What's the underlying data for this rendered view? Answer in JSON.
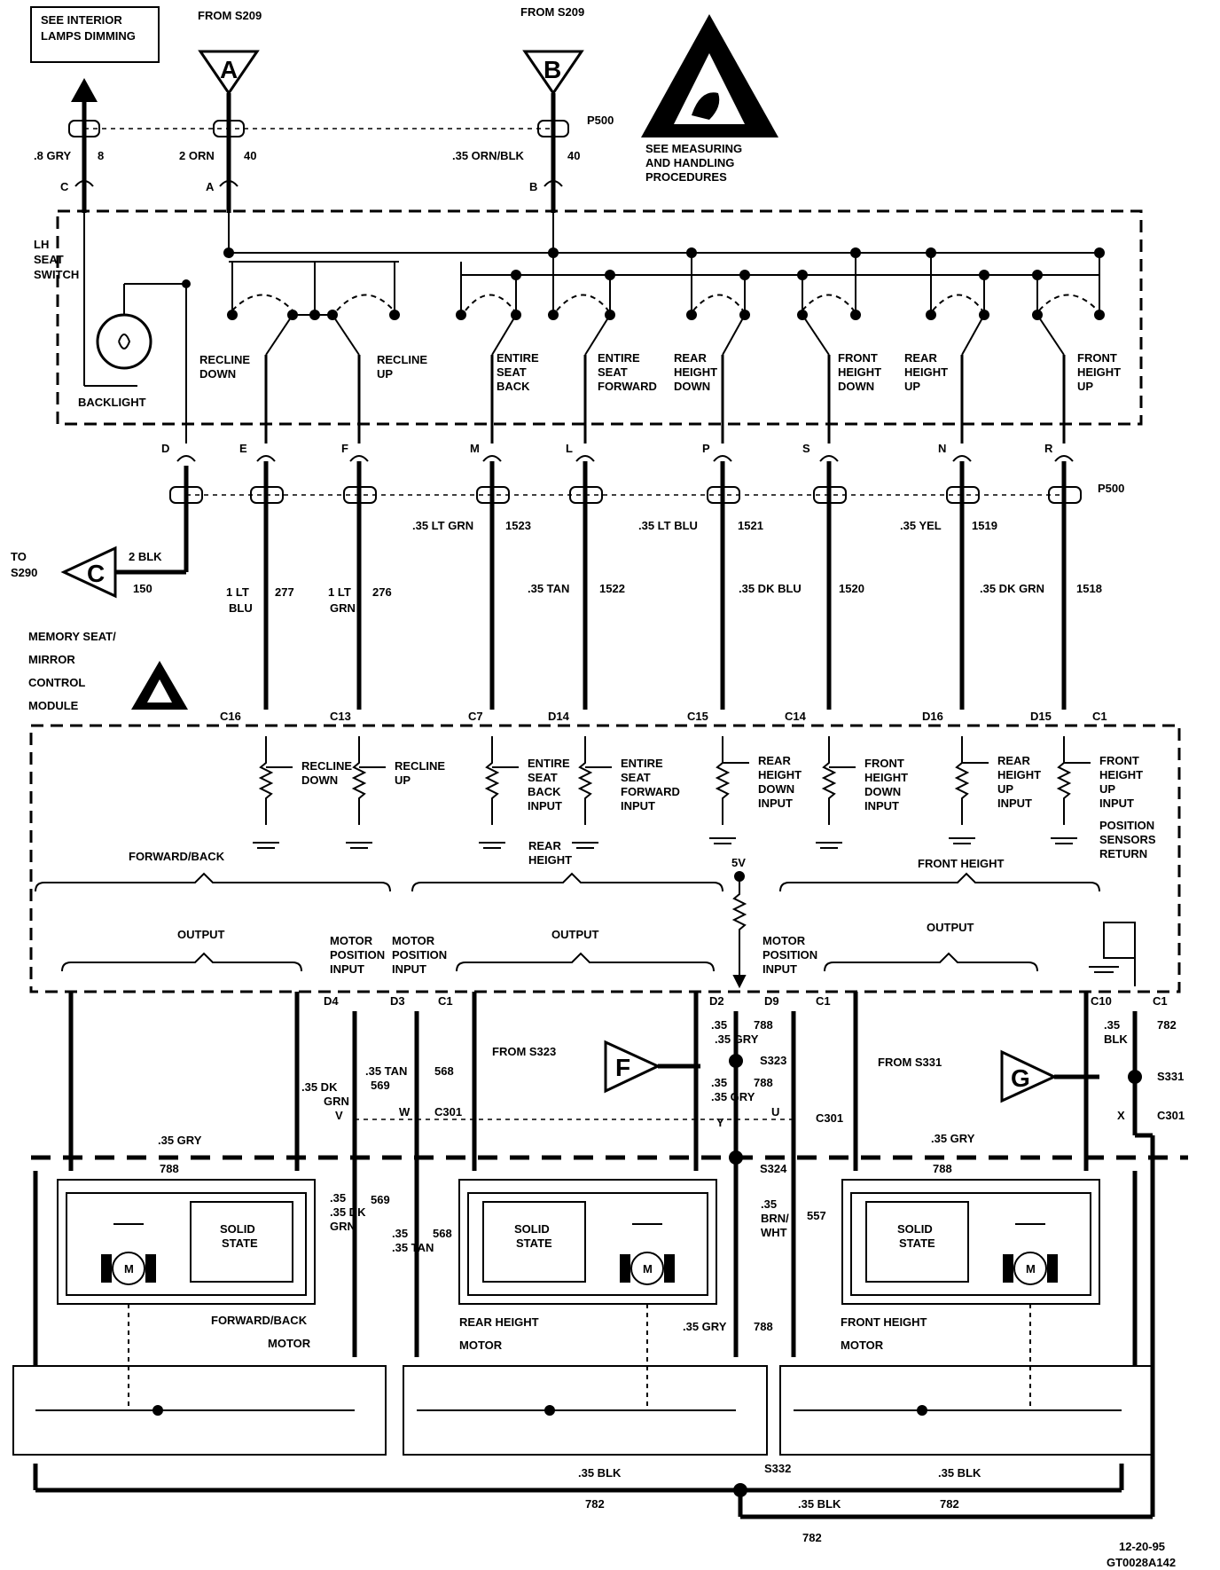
{
  "top": {
    "note_box": [
      "SEE INTERIOR",
      "LAMPS DIMMING"
    ],
    "from_left": "FROM S209",
    "from_right": "FROM S209",
    "conn_a": "A",
    "conn_b": "B",
    "p500_top": "P500",
    "esd_note": [
      "SEE MEASURING",
      "AND HANDLING",
      "PROCEDURES"
    ],
    "wire_gry": ".8 GRY",
    "wire_gry_num": "8",
    "wire_orn": "2 ORN",
    "wire_orn_num": "40",
    "wire_ornblk": ".35 ORN/BLK",
    "wire_ornblk_num": "40",
    "pin_c": "C",
    "pin_a": "A",
    "pin_b": "B"
  },
  "switch": {
    "title": [
      "LH",
      "SEAT",
      "SWITCH"
    ],
    "backlight": "BACKLIGHT",
    "labels": [
      [
        "RECLINE",
        "DOWN"
      ],
      [
        "RECLINE",
        "UP"
      ],
      [
        "ENTIRE",
        "SEAT",
        "BACK"
      ],
      [
        "ENTIRE",
        "SEAT",
        "FORWARD"
      ],
      [
        "REAR",
        "HEIGHT",
        "DOWN"
      ],
      [
        "FRONT",
        "HEIGHT",
        "DOWN"
      ],
      [
        "REAR",
        "HEIGHT",
        "UP"
      ],
      [
        "FRONT",
        "HEIGHT",
        "UP"
      ]
    ],
    "pins": [
      "D",
      "E",
      "F",
      "M",
      "L",
      "P",
      "S",
      "N",
      "R"
    ]
  },
  "mid": {
    "p500": "P500",
    "to": "TO",
    "to_ref": "S290",
    "conn_c": "C",
    "blk_wire": "2 BLK",
    "blk_num": "150",
    "wires": [
      {
        "label": "1 LT",
        "label2": "BLU",
        "num": "277"
      },
      {
        "label": "1 LT",
        "label2": "GRN",
        "num": "276"
      },
      {
        "label": ".35 LT GRN",
        "num": "1523"
      },
      {
        "label": ".35 TAN",
        "num": "1522"
      },
      {
        "label": ".35 LT BLU",
        "num": "1521"
      },
      {
        "label": ".35 DK BLU",
        "num": "1520"
      },
      {
        "label": ".35 YEL",
        "num": "1519"
      },
      {
        "label": ".35 DK GRN",
        "num": "1518"
      }
    ]
  },
  "module": {
    "title": [
      "MEMORY SEAT/",
      "MIRROR",
      "CONTROL",
      "MODULE"
    ],
    "pins": [
      "C16",
      "C13",
      "C7",
      "D14",
      "C15",
      "C14",
      "D16",
      "D15",
      "C1"
    ],
    "inputs": [
      [
        "RECLINE",
        "DOWN"
      ],
      [
        "RECLINE",
        "UP"
      ],
      [
        "ENTIRE",
        "SEAT",
        "BACK",
        "INPUT"
      ],
      [
        "ENTIRE",
        "SEAT",
        "FORWARD",
        "INPUT"
      ],
      [
        "REAR",
        "HEIGHT",
        "DOWN",
        "INPUT"
      ],
      [
        "FRONT",
        "HEIGHT",
        "DOWN",
        "INPUT"
      ],
      [
        "REAR",
        "HEIGHT",
        "UP",
        "INPUT"
      ],
      [
        "FRONT",
        "HEIGHT",
        "UP",
        "INPUT"
      ]
    ],
    "pos_return": [
      "POSITION",
      "SENSORS",
      "RETURN"
    ],
    "forward_back": "FORWARD/BACK",
    "rear_height": [
      "REAR",
      "HEIGHT"
    ],
    "front_height": "FRONT HEIGHT",
    "five_v": "5V",
    "output": "OUTPUT",
    "motor_pos_input": [
      "MOTOR",
      "POSITION",
      "INPUT"
    ],
    "lower_pins": [
      "D4",
      "D3",
      "C1",
      "D2",
      "D9",
      "C1",
      "C10",
      "C1"
    ]
  },
  "lower": {
    "from_s323": "FROM S323",
    "from_s331": "FROM S331",
    "conn_f": "F",
    "conn_g": "G",
    "s323": "S323",
    "s324": "S324",
    "s331": "S331",
    "s332": "S332",
    "c301": "C301",
    "wire_35gry": ".35 GRY",
    "wire_788": "788",
    "wire_35dkgrn": ".35 DK",
    "wire_grn": "GRN",
    "wire_35tan": ".35 TAN",
    "wire_569": "569",
    "wire_568": "568",
    "wire_35blk": ".35",
    "wire_blk": "BLK",
    "wire_782": "782",
    "wire_brn": ".35",
    "wire_brn2": "BRN/",
    "wire_brn3": "WHT",
    "wire_557": "557",
    "pins_vwuyx": [
      "V",
      "W",
      "U",
      "Y",
      "X"
    ],
    "solid_state": [
      "SOLID",
      "STATE"
    ],
    "motor_m": "M",
    "motors": [
      [
        "FORWARD/BACK",
        "MOTOR"
      ],
      [
        "REAR HEIGHT",
        "MOTOR"
      ],
      [
        "FRONT HEIGHT",
        "MOTOR"
      ]
    ],
    "bottom_blk": ".35 BLK",
    "bottom_782": "782",
    "footer": [
      "12-20-95",
      "GT0028A142"
    ]
  }
}
